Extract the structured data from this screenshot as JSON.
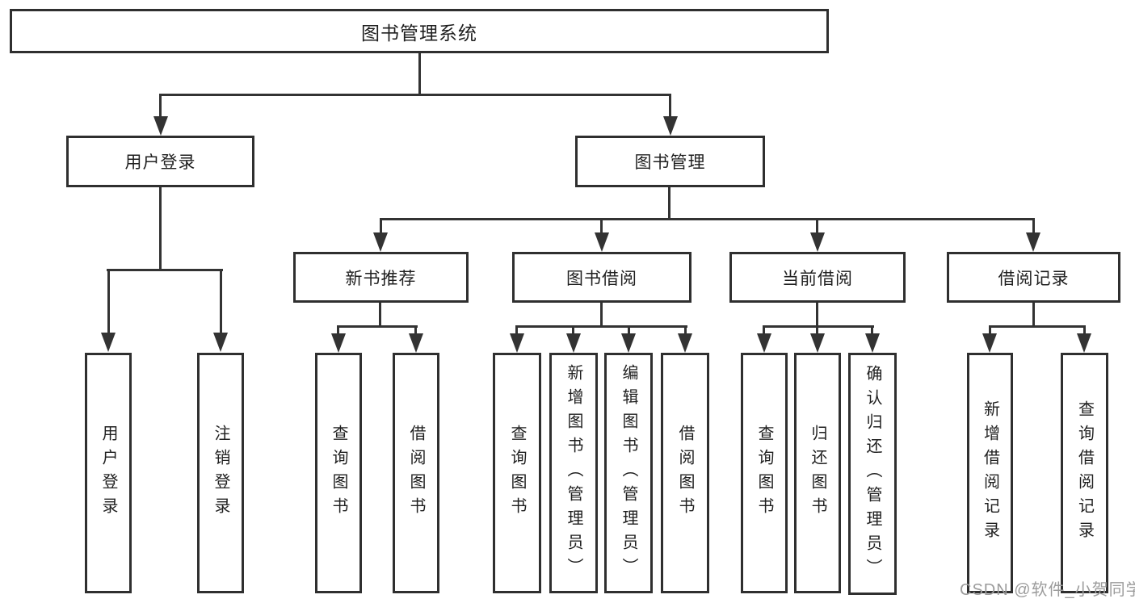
{
  "diagram_type": "hierarchy-tree",
  "tree": {
    "root": {
      "label": "图书管理系统",
      "children": [
        {
          "label": "用户登录",
          "children": [
            {
              "label": "用户登录"
            },
            {
              "label": "注销登录"
            }
          ]
        },
        {
          "label": "图书管理",
          "children": [
            {
              "label": "新书推荐",
              "children": [
                {
                  "label": "查询图书"
                },
                {
                  "label": "借阅图书"
                }
              ]
            },
            {
              "label": "图书借阅",
              "children": [
                {
                  "label": "查询图书"
                },
                {
                  "label": "新增图书（管理员）"
                },
                {
                  "label": "编辑图书（管理员）"
                },
                {
                  "label": "借阅图书"
                }
              ]
            },
            {
              "label": "当前借阅",
              "children": [
                {
                  "label": "查询图书"
                },
                {
                  "label": "归还图书"
                },
                {
                  "label": "确认归还（管理员）"
                }
              ]
            },
            {
              "label": "借阅记录",
              "children": [
                {
                  "label": "新增借阅记录"
                },
                {
                  "label": "查询借阅记录"
                }
              ]
            }
          ]
        }
      ]
    }
  },
  "watermark": {
    "text": "CSDN @软件_小贺同学"
  },
  "colors": {
    "background": "#ffffff",
    "line": "#333333",
    "box_border": "#2f2f2f",
    "text": "#1f1f1f",
    "watermark": "#9c9c9c"
  }
}
